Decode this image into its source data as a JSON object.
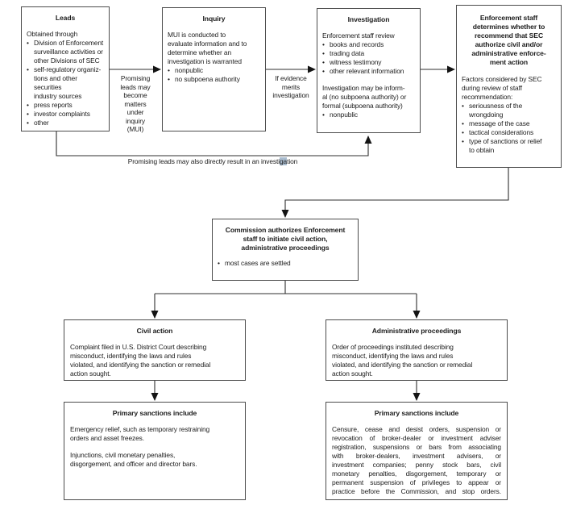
{
  "diagram": {
    "bullet_glyph": "•",
    "boxes": {
      "leads": {
        "title": "Leads",
        "intro": "Obtained through",
        "bullets": [
          "Division of Enforcement\nsurveillance activities or\nother Divisions of SEC",
          "self-regulatory organiz-\ntions and other securities\nindustry sources",
          "press reports",
          "investor complaints",
          "other"
        ]
      },
      "inquiry": {
        "title": "Inquiry",
        "body": "MUI is conducted to\nevaluate information and to\ndetermine whether an\ninvestigation is warranted",
        "bullets": [
          "nonpublic",
          "no subpoena authority"
        ]
      },
      "investigation": {
        "title": "Investigation",
        "intro": "Enforcement staff review",
        "bullets": [
          "books and records",
          "trading data",
          "witness testimony",
          "other relevant information"
        ],
        "note": "Investigation may be inform-\nal (no subpoena authority) or\nformal (subpoena authority)",
        "note_bullets": [
          "nonpublic"
        ]
      },
      "enforcement": {
        "title": "Enforcement staff\ndetermines whether to\nrecommend that SEC\nauthorize civil and/or\nadministrative enforce-\nment action",
        "intro": "Factors considered by SEC\nduring review of staff\nrecommendation:",
        "bullets": [
          "seriousness of the\nwrongdoing",
          "message of the case",
          "tactical considerations",
          "type of sanctions or relief\nto obtain"
        ]
      },
      "commission": {
        "title": "Commission authorizes Enforcement\nstaff to initiate civil action,\nadministrative proceedings",
        "bullets": [
          "most cases are settled"
        ]
      },
      "civil_action": {
        "title": "Civil action",
        "body": "Complaint filed in U.S. District Court describing\nmisconduct, identifying the laws and rules\nviolated, and identifying the sanction or remedial\naction sought."
      },
      "administrative": {
        "title": "Administrative proceedings",
        "body": "Order of proceedings instituted describing\nmisconduct, identifying the laws and rules\nviolated, and identifying the sanction or remedial\naction sought."
      },
      "sanctions_civil": {
        "title": "Primary sanctions include",
        "paragraphs": [
          "Emergency relief, such as temporary restraining\norders and asset freezes.",
          "Injunctions, civil monetary penalties,\ndisgorgement, and officer and director bars."
        ]
      },
      "sanctions_admin": {
        "title": "Primary sanctions include",
        "body": "Censure, cease and desist orders, suspension or\nrevocation of broker-dealer or investment adviser\nregistration, suspensions or bars from associating\nwith broker-dealers, investment advisers, or\ninvestment companies; penny stock bars, civil\nmonetary penalties, disgorgement, temporary or\npermanent suspension of privileges to appear or\npractice before the Commission, and stop orders."
      }
    },
    "edge_labels": {
      "mui": "Promising\nleads may\nbecome\nmatters\nunder\ninquiry\n(MUI)",
      "evidence": "If evidence\nmerits\ninvestigation",
      "direct_pre": "Promising leads may also directly result in an investi",
      "direct_hl": "ga",
      "direct_post": "tion"
    },
    "colors": {
      "background": "#ffffff",
      "box_border": "#4c4c4c",
      "line": "#2f2f2f",
      "text": "#1c1c1c",
      "selection_highlight": "#a9bccf"
    }
  }
}
